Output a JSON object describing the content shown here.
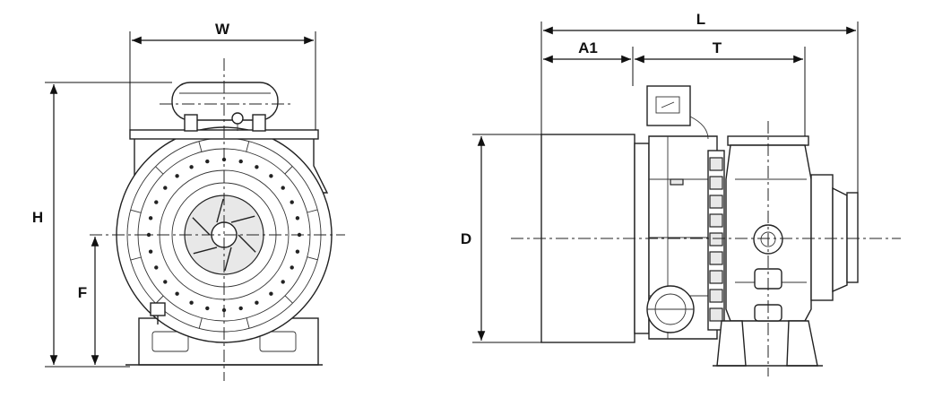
{
  "front_view": {
    "labels": {
      "width": "W",
      "height": "H",
      "shaft_height": "F"
    }
  },
  "side_view": {
    "labels": {
      "length": "L",
      "offset": "A1",
      "turbine": "T",
      "diameter": "D"
    }
  }
}
